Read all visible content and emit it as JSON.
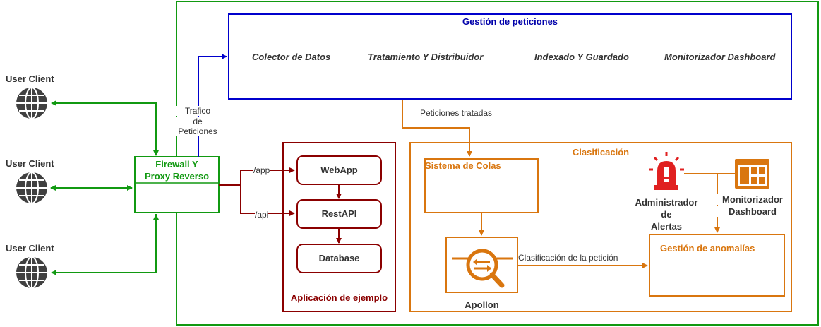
{
  "clients": [
    {
      "label": "User Client"
    },
    {
      "label": "User Client"
    },
    {
      "label": "User Client"
    }
  ],
  "firewall": {
    "label_line1": "Firewall Y",
    "label_line2": "Proxy Reverso"
  },
  "traffic_label": {
    "line1": "Trafico",
    "line2": "de",
    "line3": "Peticiones"
  },
  "routes": {
    "app": "/app",
    "api": "/api"
  },
  "gestion": {
    "title": "Gestión de peticiones",
    "items": [
      "Colector de Datos",
      "Tratamiento Y  Distribuidor",
      "Indexado Y Guardado",
      "Monitorizador Dashboard"
    ]
  },
  "peticiones_tratadas": "Peticiones tratadas",
  "app_ejemplo": {
    "title": "Aplicación de ejemplo",
    "boxes": [
      "WebApp",
      "RestAPI",
      "Database"
    ]
  },
  "clasificacion": {
    "title": "Clasificación",
    "colas": "Sistema de Colas",
    "apollon": "Apollon",
    "edge_label": "Clasificación de la petición",
    "alertas": {
      "line1": "Administrador",
      "line2": "de",
      "line3": "Alertas"
    },
    "monitor": {
      "line1": "Monitorizador",
      "line2": "Dashboard"
    },
    "anomalias": "Gestión de anomalías"
  },
  "colors": {
    "green": "#119911",
    "blue": "#0000cc",
    "red": "#8b0000",
    "orange": "#d9760f",
    "alert_red": "#e02020"
  }
}
